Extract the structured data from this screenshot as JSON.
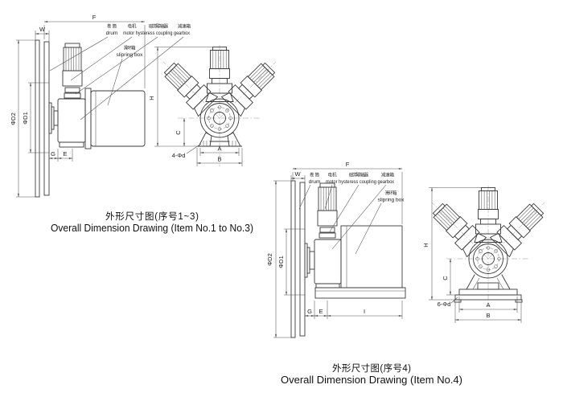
{
  "colors": {
    "ink": "#3a3a3a",
    "background": "#ffffff"
  },
  "drawing1": {
    "caption_cn": "外形尺寸图(序号1~3)",
    "caption_en": "Overall Dimension Drawing (Item No.1 to No.3)",
    "part_labels": {
      "drum_cn": "卷筒",
      "drum_en": "drum",
      "motor_cn": "电机",
      "coupling_cn": "磁滞联轴器",
      "gearbox_cn": "减速箱",
      "motor_coupling_gearbox_en": "motor hysteress coupling gearbox",
      "slipring_cn": "滑环箱",
      "slipring_en": "slipring box"
    },
    "dims": {
      "F": "F",
      "W": "W",
      "D2": "ΦD2",
      "D1": "ΦD1",
      "G": "G",
      "E": "E",
      "H": "H",
      "C": "C",
      "A": "A",
      "B": "B",
      "holes": "4-Φd"
    }
  },
  "drawing2": {
    "caption_cn": "外形尺寸图(序号4)",
    "caption_en": "Overall Dimension Drawing (Item No.4)",
    "part_labels": {
      "drum_cn": "卷筒",
      "drum_en": "drum",
      "motor_cn": "电机",
      "coupling_cn": "磁滞联轴器",
      "gearbox_cn": "减速箱",
      "motor_coupling_gearbox_en": "motor hysteress coupling gearbox",
      "slipring_cn": "滑环箱",
      "slipring_en": "slipring box"
    },
    "dims": {
      "F": "F",
      "W": "W",
      "D2": "ΦD2",
      "D1": "ΦD1",
      "G": "G",
      "E": "E",
      "I": "I",
      "H": "H",
      "C": "C",
      "A": "A",
      "B": "B",
      "holes": "6-Φd"
    }
  }
}
